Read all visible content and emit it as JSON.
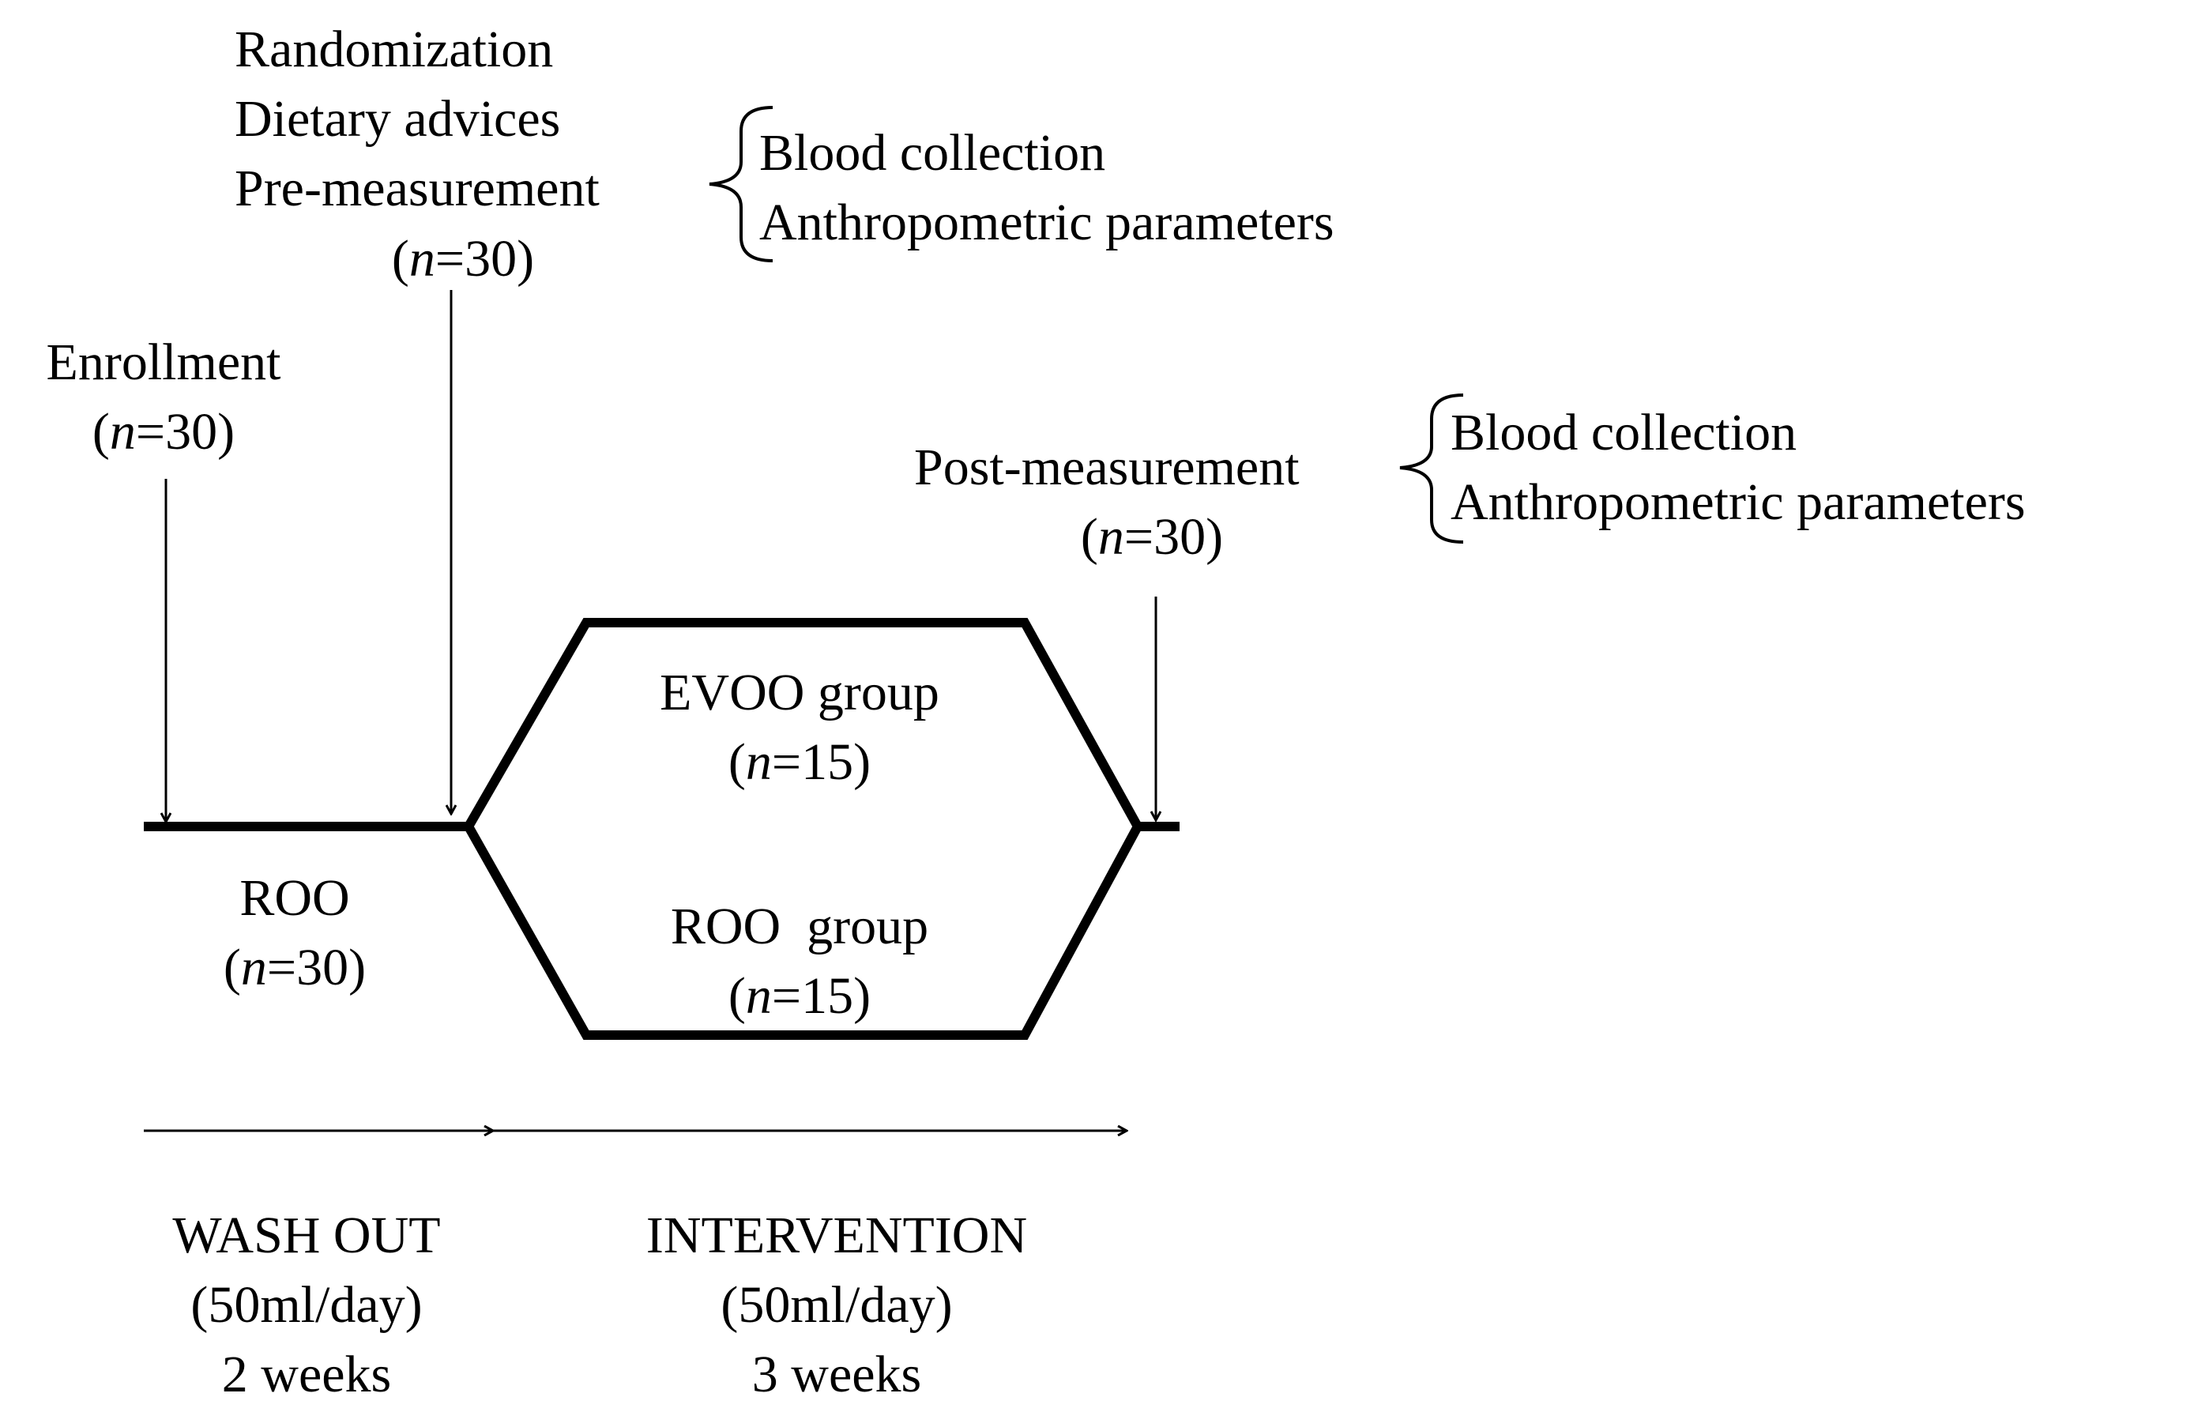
{
  "pre_measurement_block": {
    "lines": [
      "Randomization",
      "Dietary advices",
      "Pre-measurement"
    ],
    "n_prefix": "(",
    "n_symbol": "n",
    "n_value": "=30)",
    "details": [
      "Blood collection",
      "Anthropometric parameters"
    ]
  },
  "enrollment_block": {
    "label": "Enrollment",
    "n_prefix": "(",
    "n_symbol": "n",
    "n_value": "=30)"
  },
  "post_measurement_block": {
    "label": "Post-measurement",
    "n_prefix": "(",
    "n_symbol": "n",
    "n_value": "=30)",
    "details": [
      "Blood collection",
      "Anthropometric parameters"
    ]
  },
  "washout_oil": {
    "label": "ROO",
    "n_prefix": "(",
    "n_symbol": "n",
    "n_value": "=30)"
  },
  "groups": [
    {
      "label": "EVOO group",
      "n_prefix": "(",
      "n_symbol": "n",
      "n_value": "=15)"
    },
    {
      "label": "ROO  group",
      "n_prefix": "(",
      "n_symbol": "n",
      "n_value": "=15)"
    }
  ],
  "phases": [
    {
      "name": "WASH OUT",
      "dose": "(50ml/day)",
      "duration": "2 weeks"
    },
    {
      "name": "INTERVENTION",
      "dose": "(50ml/day)",
      "duration": "3 weeks"
    }
  ],
  "colors": {
    "stroke": "#000000",
    "background": "#ffffff"
  }
}
